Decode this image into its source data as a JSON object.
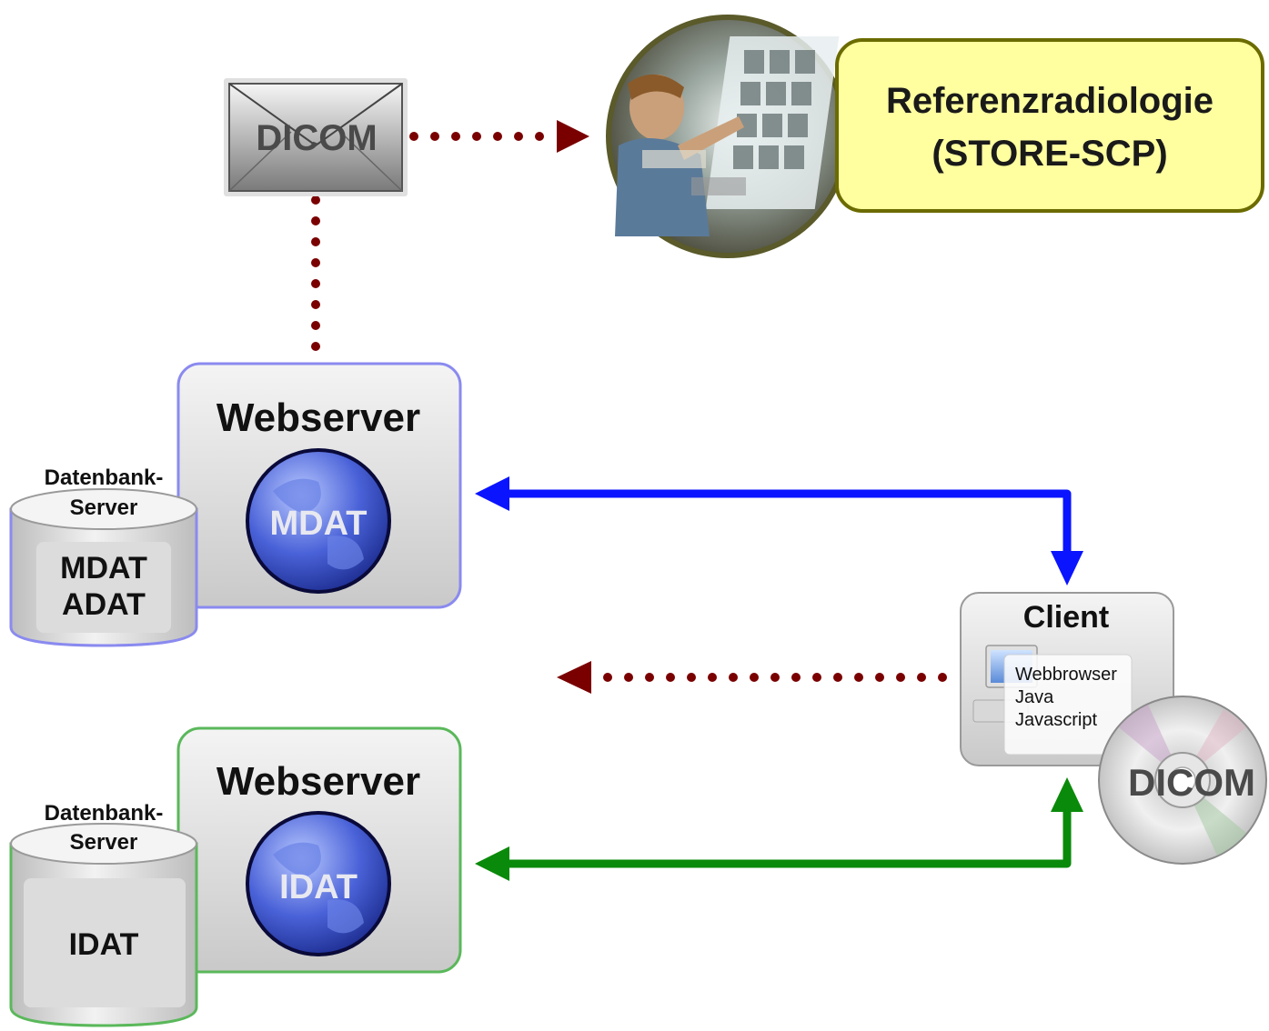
{
  "dicom_envelope": {
    "label": "DICOM"
  },
  "reference_radiology": {
    "line1": "Referenzradiologie",
    "line2": "(STORE-SCP)"
  },
  "mdat_group": {
    "webserver_title": "Webserver",
    "globe_label": "MDAT",
    "db_caption_line1": "Datenbank-",
    "db_caption_line2": "Server",
    "db_content_line1": "MDAT",
    "db_content_line2": "ADAT"
  },
  "idat_group": {
    "webserver_title": "Webserver",
    "globe_label": "IDAT",
    "db_caption_line1": "Datenbank-",
    "db_caption_line2": "Server",
    "db_content_line1": "IDAT"
  },
  "client": {
    "title": "Client",
    "items": [
      "Webbrowser",
      "Java",
      "Javascript"
    ],
    "cd_label": "DICOM"
  },
  "colors": {
    "dotted_arrow": "#7a0000",
    "mdat_connection": "#0a14ff",
    "idat_connection": "#0a8a0a",
    "reference_box_fill": "#ffffa0",
    "reference_box_border": "#6b6b00"
  }
}
